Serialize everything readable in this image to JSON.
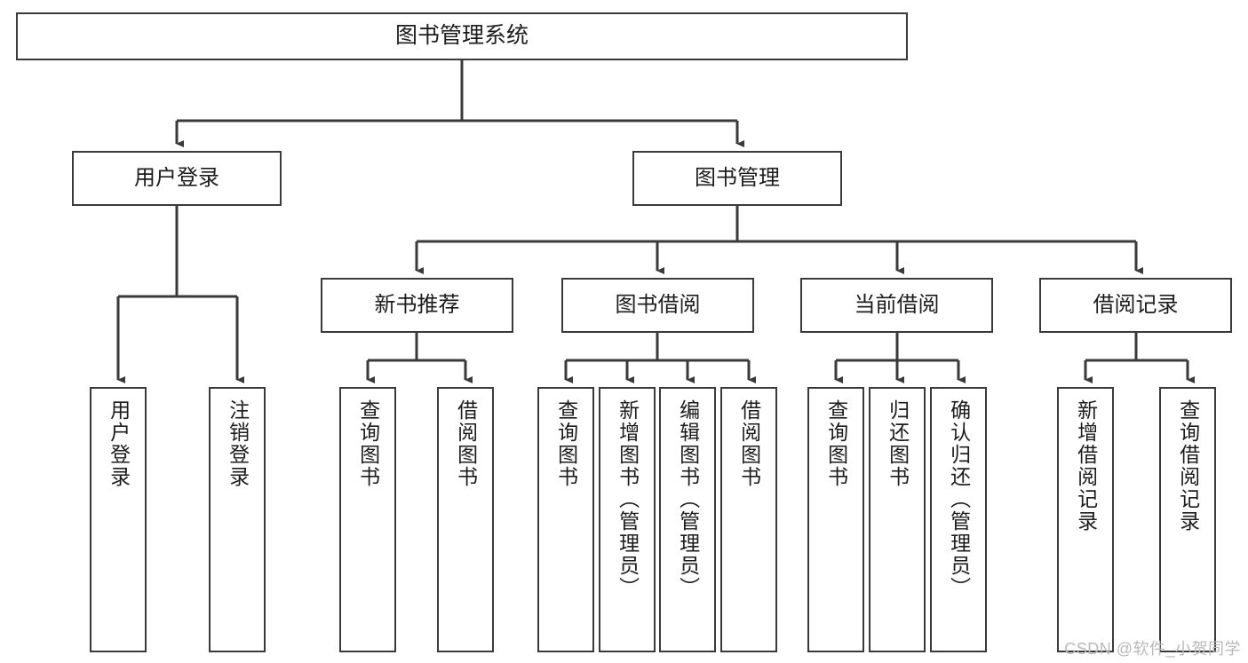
{
  "diagram": {
    "title": "图书管理系统",
    "type": "hierarchy-tree",
    "watermark": "CSDN @软件_小贺同学",
    "colors": {
      "node_border": "#3a3a3a",
      "node_fill": "#ffffff",
      "connector": "#3a3a3a",
      "text": "#1c1c1c",
      "watermark": "#b9b9b9"
    },
    "nodes": {
      "root": {
        "label": "图书管理系统"
      },
      "level1": [
        {
          "id": "user-login",
          "label": "用户登录"
        },
        {
          "id": "book-management",
          "label": "图书管理"
        }
      ],
      "level2": [
        {
          "id": "new-book-recommend",
          "label": "新书推荐"
        },
        {
          "id": "book-borrow",
          "label": "图书借阅"
        },
        {
          "id": "current-borrow",
          "label": "当前借阅"
        },
        {
          "id": "borrow-record",
          "label": "借阅记录"
        }
      ],
      "leaves": {
        "user-login": [
          {
            "id": "leaf-user-login",
            "label": "用户登录"
          },
          {
            "id": "leaf-logout-login",
            "label": "注销登录"
          }
        ],
        "new-book-recommend": [
          {
            "id": "leaf-query-book-1",
            "label": "查询图书"
          },
          {
            "id": "leaf-borrow-book-1",
            "label": "借阅图书"
          }
        ],
        "book-borrow": [
          {
            "id": "leaf-query-book-2",
            "label": "查询图书"
          },
          {
            "id": "leaf-add-book",
            "label": "新增图书（管理员）"
          },
          {
            "id": "leaf-edit-book",
            "label": "编辑图书（管理员）"
          },
          {
            "id": "leaf-borrow-book-2",
            "label": "借阅图书"
          }
        ],
        "current-borrow": [
          {
            "id": "leaf-query-book-3",
            "label": "查询图书"
          },
          {
            "id": "leaf-return-book",
            "label": "归还图书"
          },
          {
            "id": "leaf-confirm-return",
            "label": "确认归还（管理员）"
          }
        ],
        "borrow-record": [
          {
            "id": "leaf-add-record",
            "label": "新增借阅记录"
          },
          {
            "id": "leaf-query-record",
            "label": "查询借阅记录"
          }
        ]
      }
    }
  }
}
